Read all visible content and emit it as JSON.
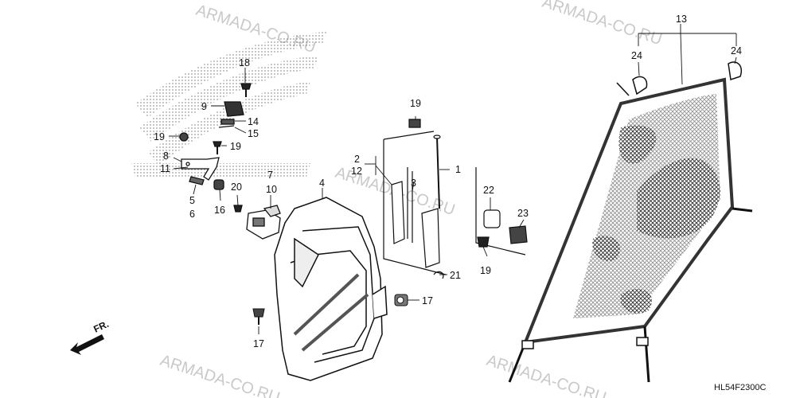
{
  "watermark": "ARMADA-CO.RU",
  "diagram_code": "HL54F2300C",
  "direction_label": "FR.",
  "callouts": {
    "c1": "1",
    "c2": "2",
    "c3": "3",
    "c4": "4",
    "c5": "5",
    "c6": "6",
    "c7": "7",
    "c8": "8",
    "c9": "9",
    "c10": "10",
    "c11": "11",
    "c12": "12",
    "c13": "13",
    "c14": "14",
    "c15": "15",
    "c16": "16",
    "c17a": "17",
    "c17b": "17",
    "c18": "18",
    "c19a": "19",
    "c19b": "19",
    "c19c": "19",
    "c19d": "19",
    "c20": "20",
    "c21": "21",
    "c22": "22",
    "c23": "23",
    "c24a": "24",
    "c24b": "24"
  }
}
